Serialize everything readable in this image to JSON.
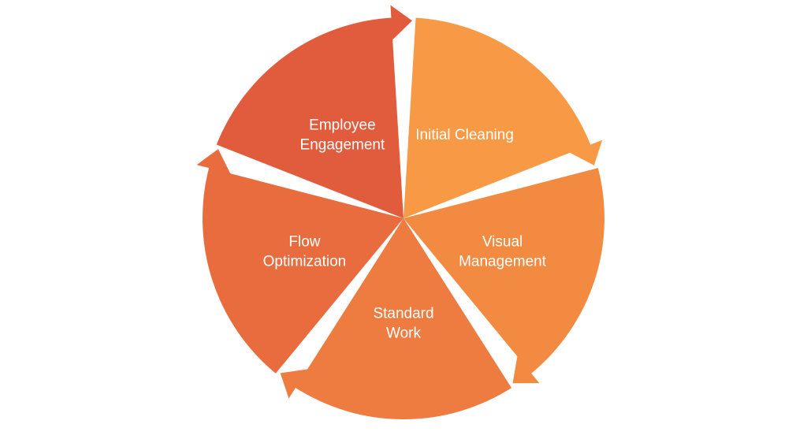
{
  "diagram": {
    "segments": [
      {
        "lines": [
          "Initial Cleaning"
        ],
        "color": "#f89a45"
      },
      {
        "lines": [
          "Visual",
          "Management"
        ],
        "color": "#f28a42"
      },
      {
        "lines": [
          "Standard",
          "Work"
        ],
        "color": "#ee7c40"
      },
      {
        "lines": [
          "Flow",
          "Optimization"
        ],
        "color": "#e96c3f"
      },
      {
        "lines": [
          "Employee",
          "Engagement"
        ],
        "color": "#e05c3c"
      }
    ]
  }
}
